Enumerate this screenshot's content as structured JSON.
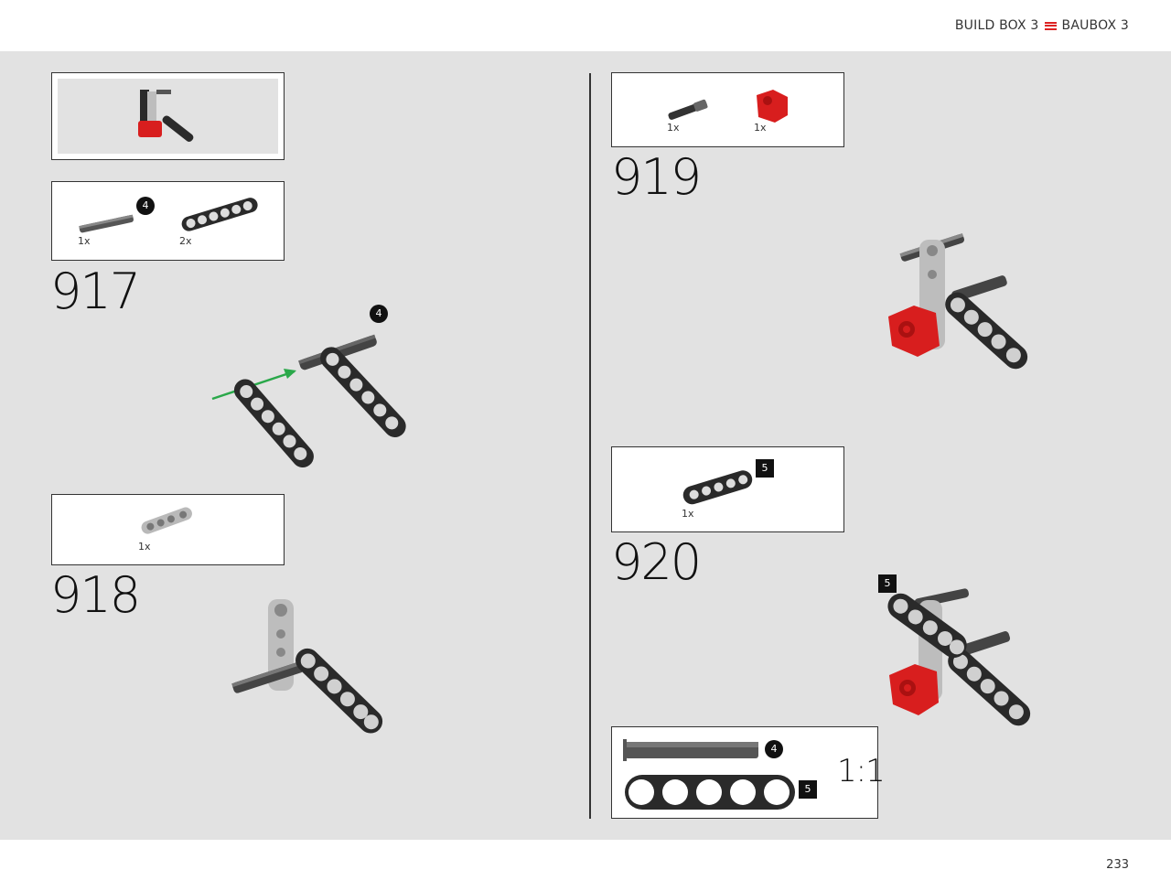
{
  "header": {
    "left_label": "BUILD BOX 3",
    "right_label": "BAUBOX 3"
  },
  "footer": {
    "page_number": "233"
  },
  "steps": [
    {
      "number": "917",
      "parts": [
        {
          "qty": "1x"
        },
        {
          "qty": "2x"
        }
      ],
      "callout": "4"
    },
    {
      "number": "918",
      "parts": [
        {
          "qty": "1x"
        }
      ]
    },
    {
      "number": "919",
      "parts": [
        {
          "qty": "1x"
        },
        {
          "qty": "1x"
        }
      ]
    },
    {
      "number": "920",
      "parts": [
        {
          "qty": "1x"
        }
      ],
      "callout": "5"
    }
  ],
  "scale_guide": {
    "axle_callout": "4",
    "beam_callout": "5",
    "scale": "1:1"
  },
  "colors": {
    "background": "#e2e2e2",
    "part_red": "#d81e1e",
    "arrow_green": "#2aa84a",
    "beam_dark": "#2a2a2a",
    "beam_light": "#b9b9b9"
  }
}
